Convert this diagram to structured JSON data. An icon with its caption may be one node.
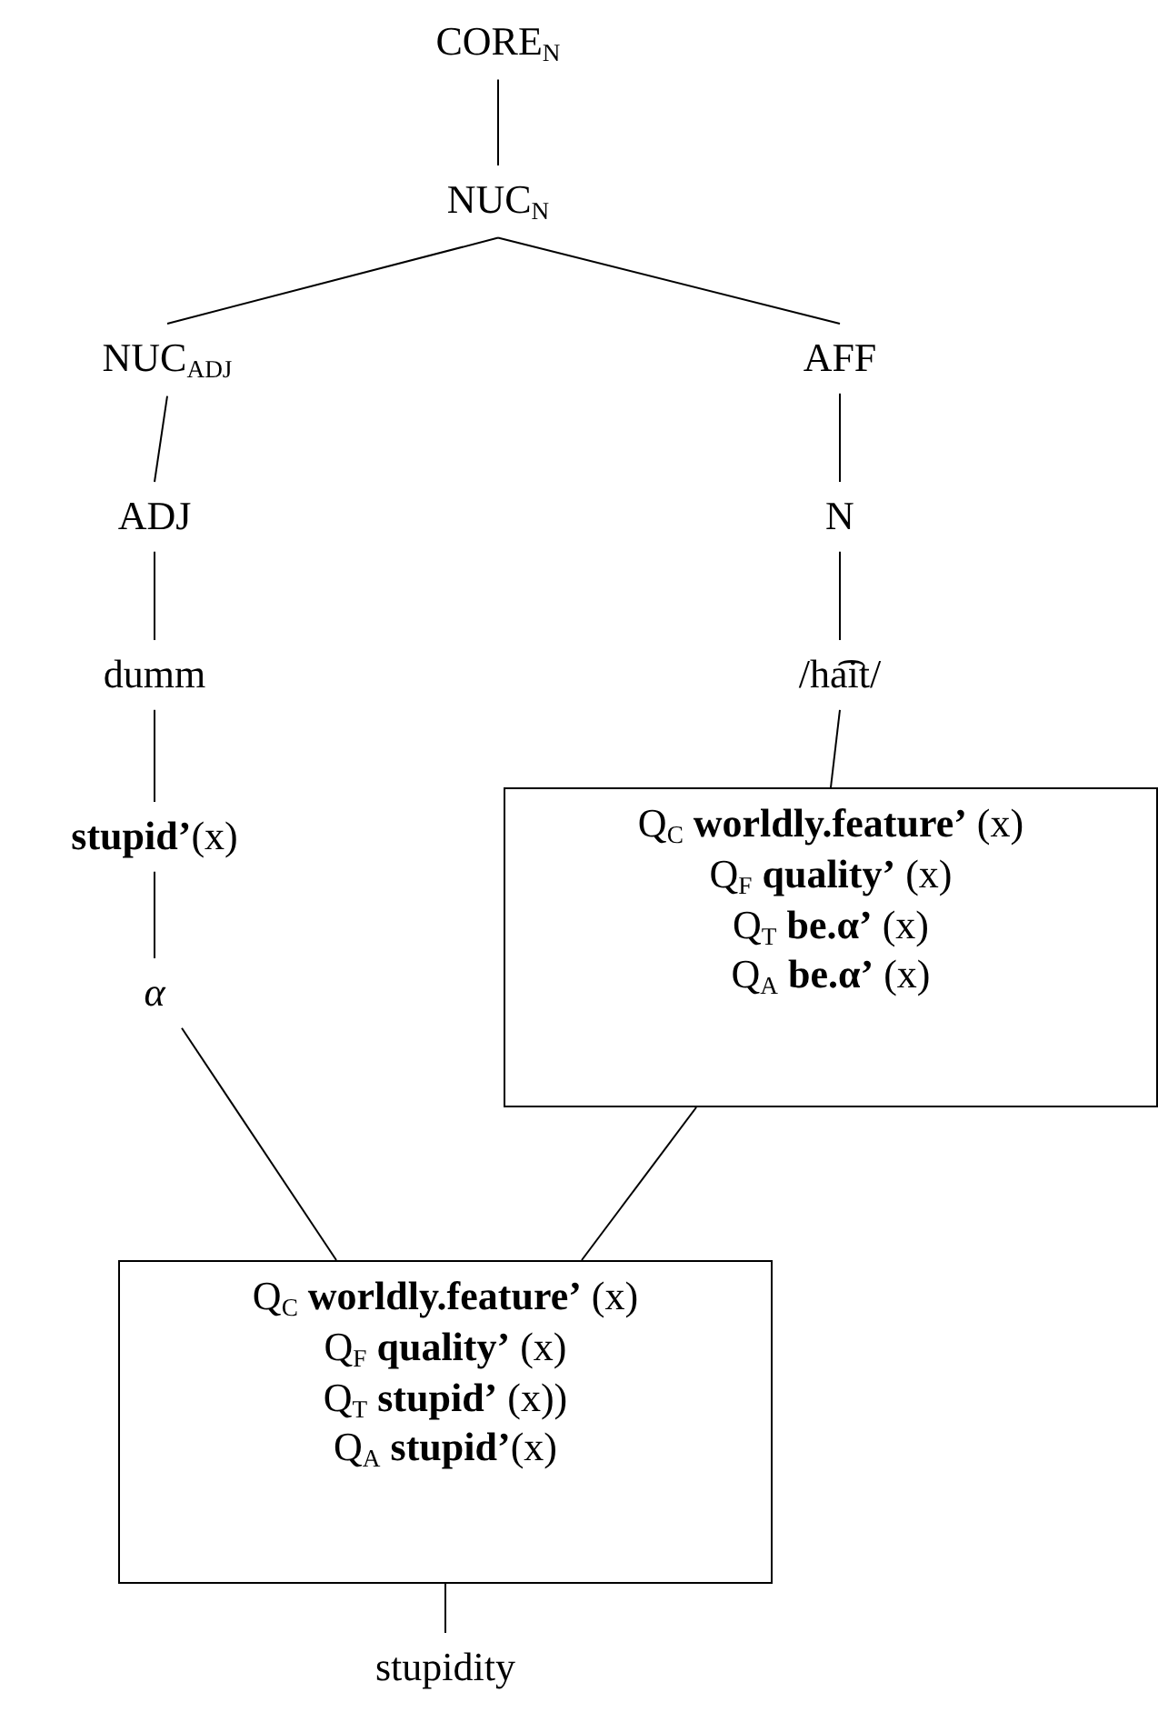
{
  "diagram": {
    "nodes": [
      {
        "text": [
          "CORE$_{N}$"
        ]
      },
      {
        "text": [
          "NUC$_{N}$"
        ]
      },
      {
        "text": [
          "NUC$_{ADJ}$"
        ]
      },
      {
        "text": [
          "AFF"
        ]
      },
      {
        "text": [
          "ADJ"
        ]
      },
      {
        "text": [
          "N"
        ]
      },
      {
        "text": [
          "dumm"
        ]
      },
      {
        "text": [
          "/ha͡it/"
        ]
      },
      {
        "text": [
          "**stupid’**(x)"
        ]
      },
      {
        "text": [
          "Q$_{C}$ **worldly.feature’** (x)",
          "Q$_{F}$ **quality’** (x)",
          "Q$_{T}$ **be.α’** (x)",
          "Q$_{A}$ **be.α’** (x)"
        ]
      },
      {
        "text": [
          "α"
        ]
      },
      {
        "text": [
          "Q$_{C}$ **worldly.feature’** (x)",
          "Q$_{F}$ **quality’** (x)",
          "Q$_{T}$ **stupid’** (x))",
          "Q$_{A}$ **stupid’**(x)"
        ]
      },
      {
        "text": [
          "stupidity"
        ]
      }
    ],
    "edges": [
      {
        "from": 0,
        "to": 1,
        "arrow": "none"
      },
      {
        "from": 1,
        "to": 2,
        "arrow": "none"
      },
      {
        "from": 1,
        "to": 3,
        "arrow": "none"
      },
      {
        "from": 2,
        "to": 4,
        "arrow": "none"
      },
      {
        "from": 3,
        "to": 5,
        "arrow": "none"
      },
      {
        "from": 4,
        "to": 6,
        "arrow": "none"
      },
      {
        "from": 5,
        "to": 7,
        "arrow": "none"
      },
      {
        "from": 6,
        "to": 8,
        "arrow": "none"
      },
      {
        "from": 7,
        "to": 9,
        "arrow": "none"
      },
      {
        "from": 8,
        "to": 10,
        "arrow": "none"
      },
      {
        "from": 10,
        "to": 11,
        "arrow": "none"
      },
      {
        "from": 9,
        "to": 11,
        "arrow": "none"
      },
      {
        "from": 11,
        "to": 12,
        "arrow": "none"
      }
    ]
  }
}
